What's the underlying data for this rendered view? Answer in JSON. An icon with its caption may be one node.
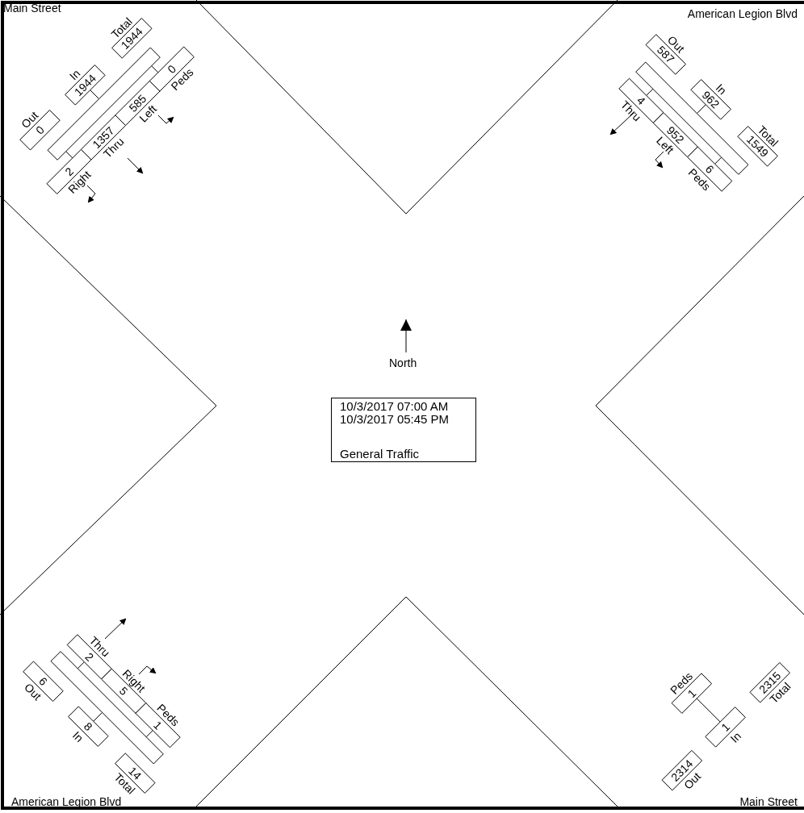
{
  "diagram": {
    "nodes": [
      {
        "text": [
          "Out",
          "0"
        ]
      },
      {
        "text": [
          "In",
          "1944"
        ]
      },
      {
        "text": [
          "Total",
          "1944"
        ]
      },
      {
        "text": [],
        "shape": "bar"
      },
      {
        "text": [
          "Right",
          "2"
        ]
      },
      {
        "text": [
          "Thru",
          "1357"
        ]
      },
      {
        "text": [
          "Left",
          "585"
        ]
      },
      {
        "text": [
          "Peds",
          "0"
        ]
      },
      {
        "text": [
          "Out",
          "587"
        ]
      },
      {
        "text": [
          "In",
          "962"
        ]
      },
      {
        "text": [
          "Total",
          "1549"
        ]
      },
      {
        "text": [],
        "shape": "bar"
      },
      {
        "text": [
          "Thru",
          "4"
        ]
      },
      {
        "text": [
          "Left",
          "952"
        ]
      },
      {
        "text": [
          "Peds",
          "6"
        ]
      },
      {
        "text": [
          "Thru",
          "2"
        ]
      },
      {
        "text": [
          "Right",
          "5"
        ]
      },
      {
        "text": [
          "Peds",
          "1"
        ]
      },
      {
        "text": [
          "Out",
          "6"
        ]
      },
      {
        "text": [],
        "shape": "bar"
      },
      {
        "text": [
          "In",
          "8"
        ]
      },
      {
        "text": [
          "Total",
          "14"
        ]
      },
      {
        "text": [
          "Peds",
          "1"
        ]
      },
      {
        "text": [
          "Total",
          "2315"
        ]
      },
      {
        "text": [
          "In",
          "1"
        ]
      },
      {
        "text": [
          "Out",
          "2314"
        ]
      },
      {
        "text": [
          "10/3/2017 07:00 AM 10/3/2017 05:45 PM",
          "General Traffic"
        ]
      }
    ],
    "edges": [
      {
        "from": 3,
        "to": 1,
        "arrow": "none"
      },
      {
        "from": 3,
        "to": 4,
        "arrow": "none"
      },
      {
        "from": 3,
        "to": 7,
        "arrow": "none"
      },
      {
        "from": 11,
        "to": 9,
        "arrow": "none"
      },
      {
        "from": 11,
        "to": 12,
        "arrow": "none"
      },
      {
        "from": 11,
        "to": 14,
        "arrow": "none"
      },
      {
        "from": 19,
        "to": 15,
        "arrow": "none"
      },
      {
        "from": 19,
        "to": 17,
        "arrow": "none"
      },
      {
        "from": 19,
        "to": 20,
        "arrow": "none"
      },
      {
        "from": 22,
        "to": 24,
        "arrow": "none"
      }
    ],
    "labels": [
      "Main Street",
      "American Legion Blvd",
      "North",
      "American Legion Blvd",
      "Main Street"
    ]
  }
}
